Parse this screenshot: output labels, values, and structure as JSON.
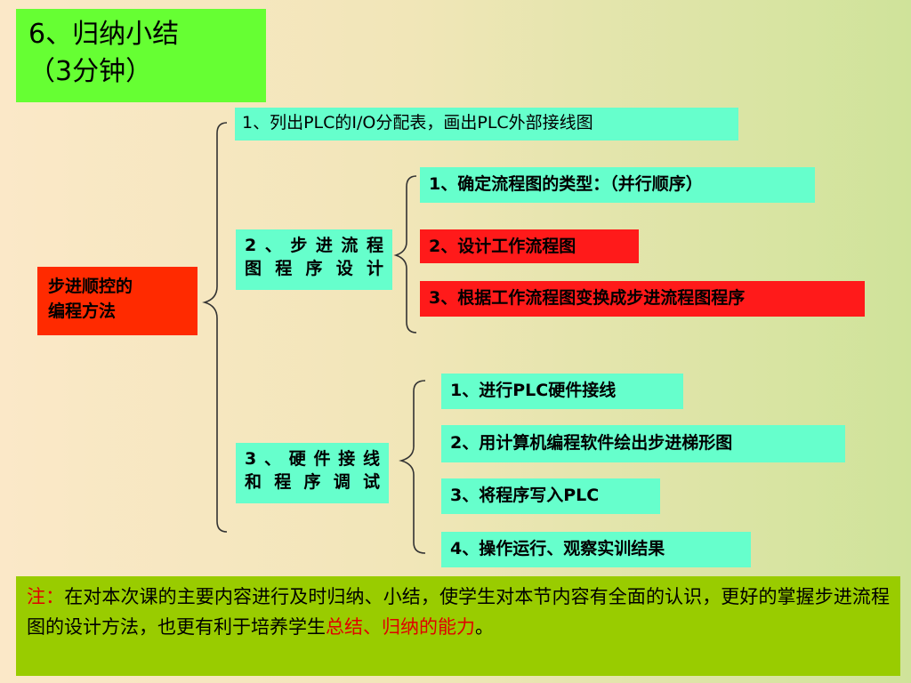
{
  "title": {
    "line1": "6、归纳小结",
    "line2": "（3分钟）"
  },
  "root": {
    "line1": "步进顺控的",
    "line2": "编程方法"
  },
  "branch1": {
    "label": "1、列出PLC的I/O分配表，画出PLC外部接线图"
  },
  "branch2": {
    "line1": "2、步进流程",
    "line2": "图程序设计",
    "items": [
      "1、确定流程图的类型：（并行顺序）",
      "2、设计工作流程图",
      "3、根据工作流程图变换成步进流程图程序"
    ]
  },
  "branch3": {
    "line1": "3、硬件接线",
    "line2": "和程序调试",
    "items": [
      "1、进行PLC硬件接线",
      "2、用计算机编程软件绘出步进梯形图",
      "3、将程序写入PLC",
      "4、操作运行、观察实训结果"
    ]
  },
  "note": {
    "prefix": "注：",
    "body": "在对本次课的主要内容进行及时归纳、小结，使学生对本节内容有全面的认识，更好的掌握步进流程图的设计方法，也更有利于培养学生",
    "emphasis": "总结、归纳的能力",
    "end": "。"
  },
  "colors": {
    "mint": "#66ffcc",
    "red": "#ff2a00",
    "lime": "#66ff33",
    "note": "#99cc00",
    "emphasis": "#e00000"
  }
}
